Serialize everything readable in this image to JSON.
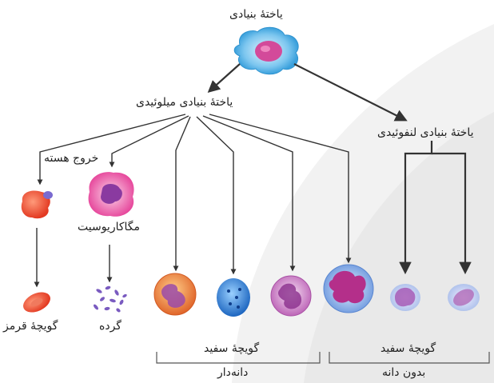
{
  "labels": {
    "stem_cell": "یاختهٔ بنیادی",
    "myeloid_stem_cell": "یاختهٔ بنیادی میلوئیدی",
    "lymphoid_stem_cell": "یاختهٔ بنیادی لنفوئیدی",
    "nucleus_exit": "خروج هسته",
    "megakaryocyte": "مگاکاریوسیت",
    "red_blood_cell": "گویچهٔ قرمز",
    "platelets": "گرده",
    "wbc_granular": "گویچهٔ سفید",
    "granular": "دانه‌دار",
    "wbc_agranular": "گویچهٔ سفید",
    "agranular": "بدون دانه"
  },
  "colors": {
    "stem_cell": "#4fb3e6",
    "red_cell": "#e8442c",
    "megakaryocyte": "#ec5a9a",
    "neutrophil": "#f08a3e",
    "basophil": "#2f7fd0",
    "eosinophil": "#c96fc0",
    "monocyte": "#8fb0e8",
    "lymphocyte": "#c7b4ea",
    "arrow": "#333333"
  }
}
